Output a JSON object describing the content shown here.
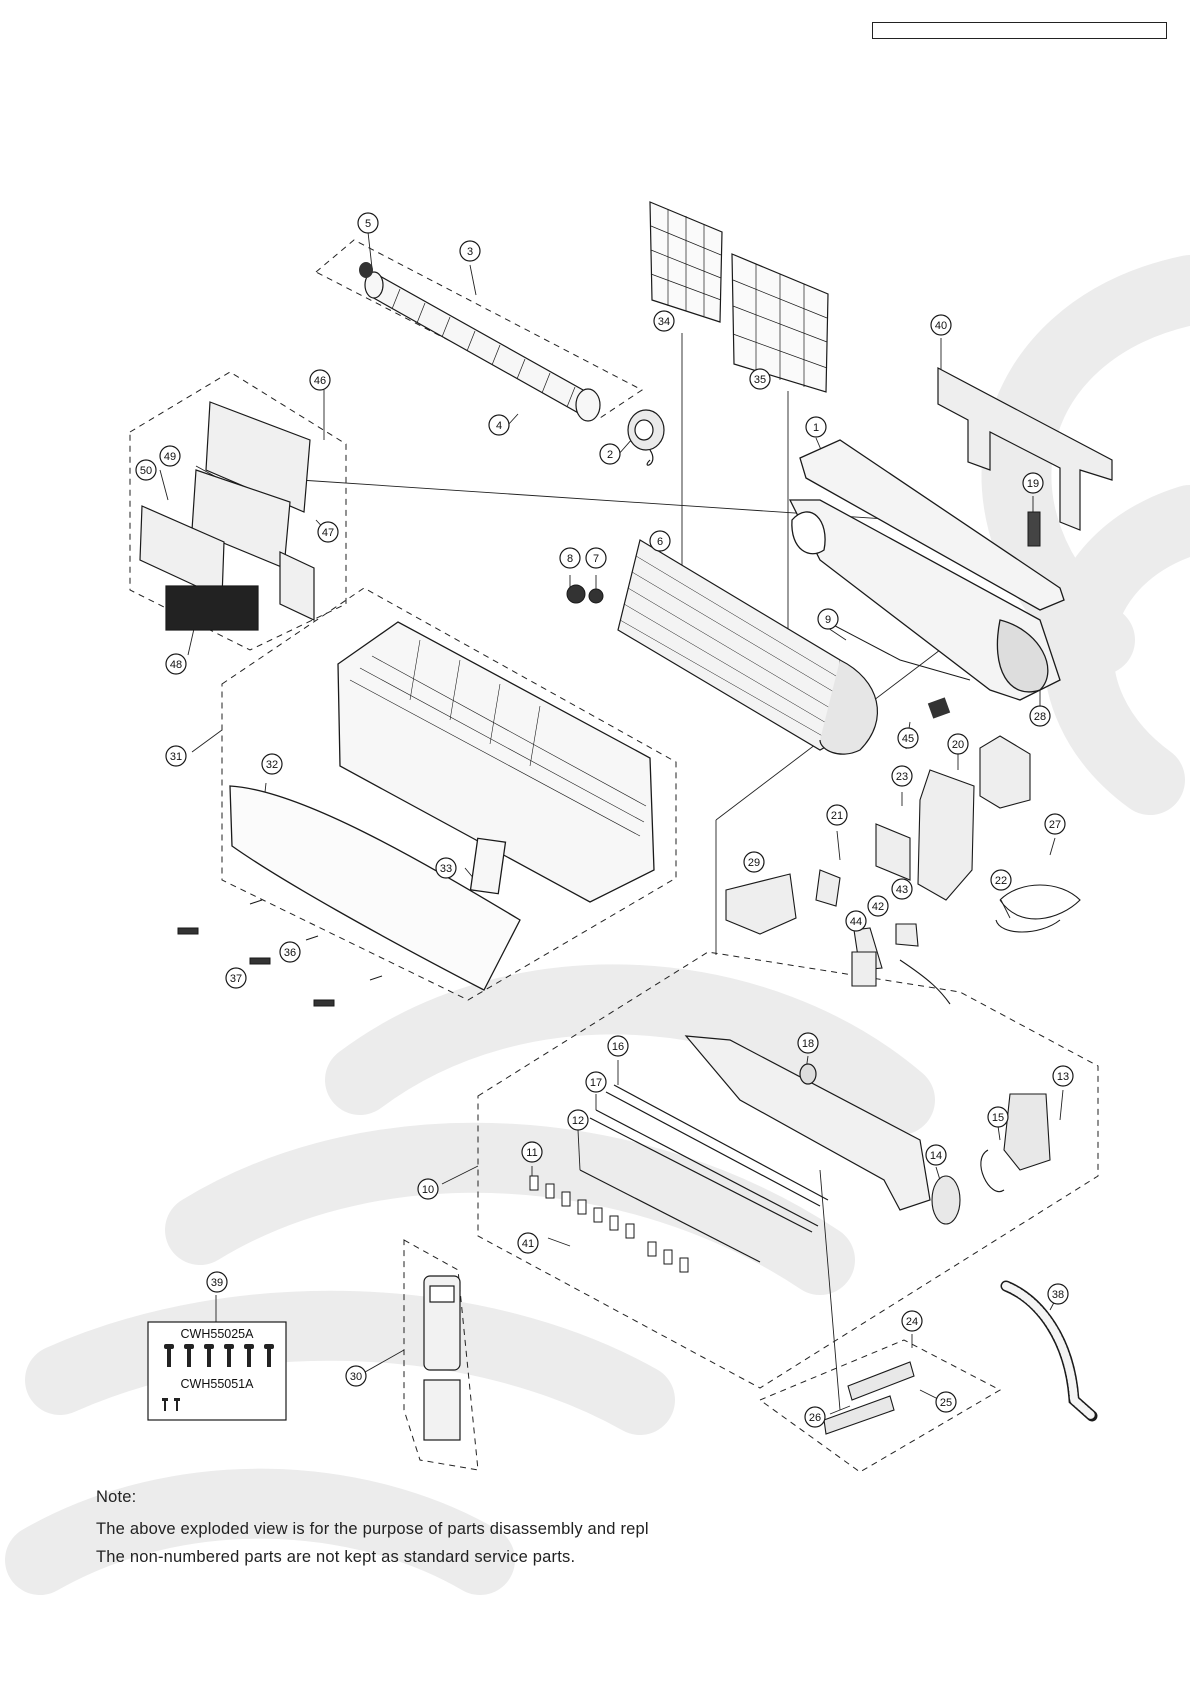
{
  "header_box": "",
  "callouts": [
    "1",
    "2",
    "3",
    "4",
    "5",
    "6",
    "7",
    "8",
    "9",
    "10",
    "11",
    "12",
    "13",
    "14",
    "15",
    "16",
    "17",
    "18",
    "19",
    "20",
    "21",
    "22",
    "23",
    "24",
    "25",
    "26",
    "27",
    "28",
    "29",
    "30",
    "31",
    "32",
    "33",
    "34",
    "35",
    "36",
    "37",
    "38",
    "39",
    "40",
    "41",
    "42",
    "43",
    "44",
    "45",
    "46",
    "47",
    "48",
    "49",
    "50"
  ],
  "screw_kit": {
    "label_top": "CWH55025A",
    "label_bottom": "CWH55051A"
  },
  "note": {
    "heading": "Note:",
    "line1": "The above exploded view is for the purpose of parts disassembly and repl",
    "line2": "The non-numbered parts are not kept as standard service parts."
  },
  "colors": {
    "line": "#1a1a1a",
    "watermark": "#ececec",
    "part_fill": "#f7f7f7"
  }
}
